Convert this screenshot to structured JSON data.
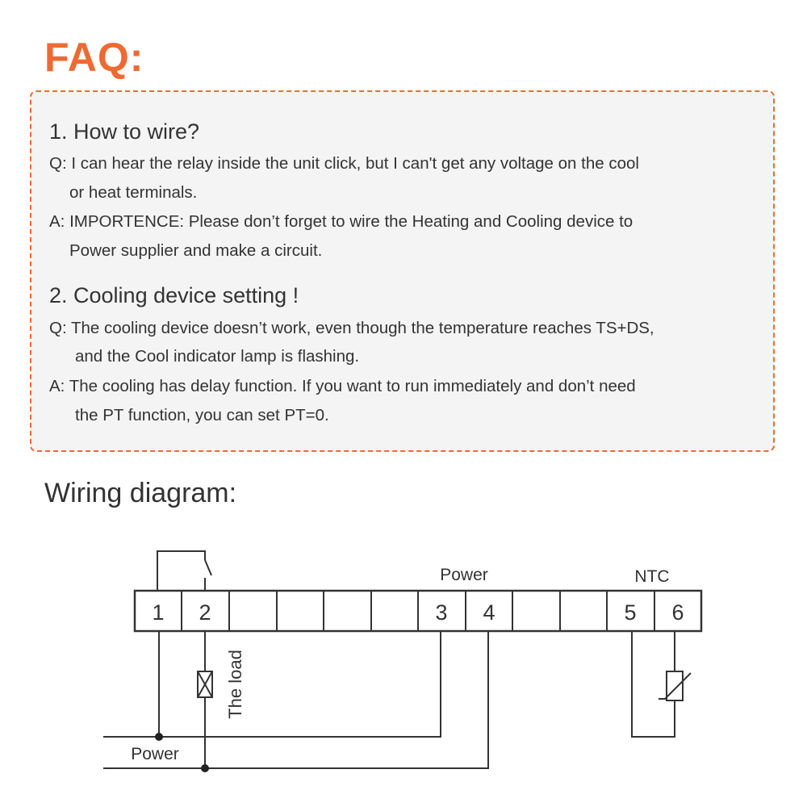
{
  "faq": {
    "title": "FAQ:",
    "items": [
      {
        "heading": "1. How to wire?",
        "q_line1": "Q: I can hear the relay inside the unit click, but I can't get any voltage on the cool",
        "q_line2": "or heat terminals.",
        "a_line1": "A: IMPORTENCE: Please don’t forget to wire the Heating and Cooling device to",
        "a_line2": "Power supplier and make a circuit."
      },
      {
        "heading": "2. Cooling device setting !",
        "q_line1": "Q: The cooling device doesn’t work, even though the temperature reaches TS+DS,",
        "q_line2": "and the Cool indicator lamp is flashing.",
        "a_line1": "A: The cooling has delay function. If you want to run immediately and don’t need",
        "a_line2": "the PT function, you can set PT=0."
      }
    ],
    "accent_color": "#ee6a32",
    "box_background": "#f5f4f5"
  },
  "wiring": {
    "title": "Wiring diagram:",
    "terminals": [
      "1",
      "2",
      "",
      "",
      "",
      "3",
      "4",
      "",
      "",
      "5",
      "6"
    ],
    "label_power_top": "Power",
    "label_ntc": "NTC",
    "label_load": "The load",
    "label_power_bottom": "Power"
  }
}
